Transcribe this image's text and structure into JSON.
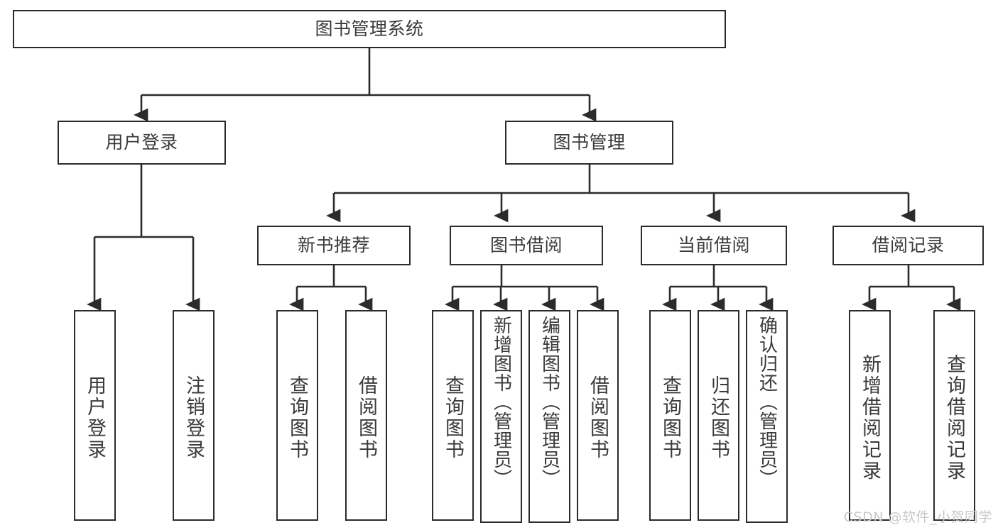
{
  "diagram": {
    "title": "图书管理系统",
    "type": "hierarchy-tree",
    "watermark": "CSDN @软件_小贺同学",
    "colors": {
      "stroke": "#2b2b2b",
      "text": "#3a3a3a",
      "background": "#ffffff",
      "watermark": "#c9c9c9"
    },
    "levels": {
      "root": {
        "label": "图书管理系统"
      },
      "level2": [
        {
          "label": "用户登录"
        },
        {
          "label": "图书管理"
        }
      ],
      "level3": [
        {
          "label": "新书推荐"
        },
        {
          "label": "图书借阅"
        },
        {
          "label": "当前借阅"
        },
        {
          "label": "借阅记录"
        }
      ],
      "leaves": {
        "user_login": [
          {
            "label": "用户登录"
          },
          {
            "label": "注销登录"
          }
        ],
        "new_book_recommend": [
          {
            "label": "查询图书"
          },
          {
            "label": "借阅图书"
          }
        ],
        "book_borrow": [
          {
            "label": "查询图书"
          },
          {
            "label": "新增图书（管理员）"
          },
          {
            "label": "编辑图书（管理员）"
          },
          {
            "label": "借阅图书"
          }
        ],
        "current_borrow": [
          {
            "label": "查询图书"
          },
          {
            "label": "归还图书"
          },
          {
            "label": "确认归还（管理员）"
          }
        ],
        "borrow_record": [
          {
            "label": "新增借阅记录"
          },
          {
            "label": "查询借阅记录"
          }
        ]
      }
    }
  }
}
